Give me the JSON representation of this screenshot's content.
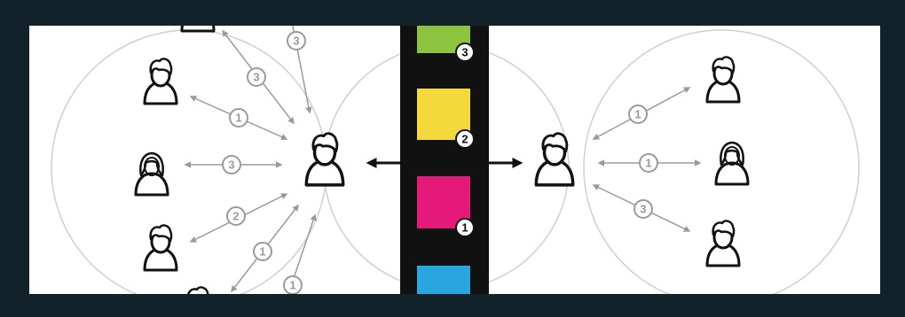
{
  "colors": {
    "background": "#11222b",
    "canvas": "#ffffff",
    "arrow_gray": "#9a9a9a",
    "circle_gray": "#cfcfcf",
    "person_stroke": "#111111",
    "center_bar": "#111111",
    "block_green": "#8cc43f",
    "block_yellow": "#f5d93a",
    "block_magenta": "#e5197a",
    "block_blue": "#2aa6df"
  },
  "stack": {
    "blocks": [
      {
        "color": "green",
        "label": "3"
      },
      {
        "color": "yellow",
        "label": "2"
      },
      {
        "color": "magenta",
        "label": "1"
      },
      {
        "color": "blue",
        "label": ""
      }
    ]
  },
  "left_cluster": {
    "arrows": [
      {
        "label": "3"
      },
      {
        "label": "3"
      },
      {
        "label": "1"
      },
      {
        "label": "3"
      },
      {
        "label": "2"
      },
      {
        "label": "1"
      },
      {
        "label": "1"
      }
    ]
  },
  "right_cluster": {
    "arrows": [
      {
        "label": "1"
      },
      {
        "label": "1"
      },
      {
        "label": "3"
      }
    ]
  }
}
